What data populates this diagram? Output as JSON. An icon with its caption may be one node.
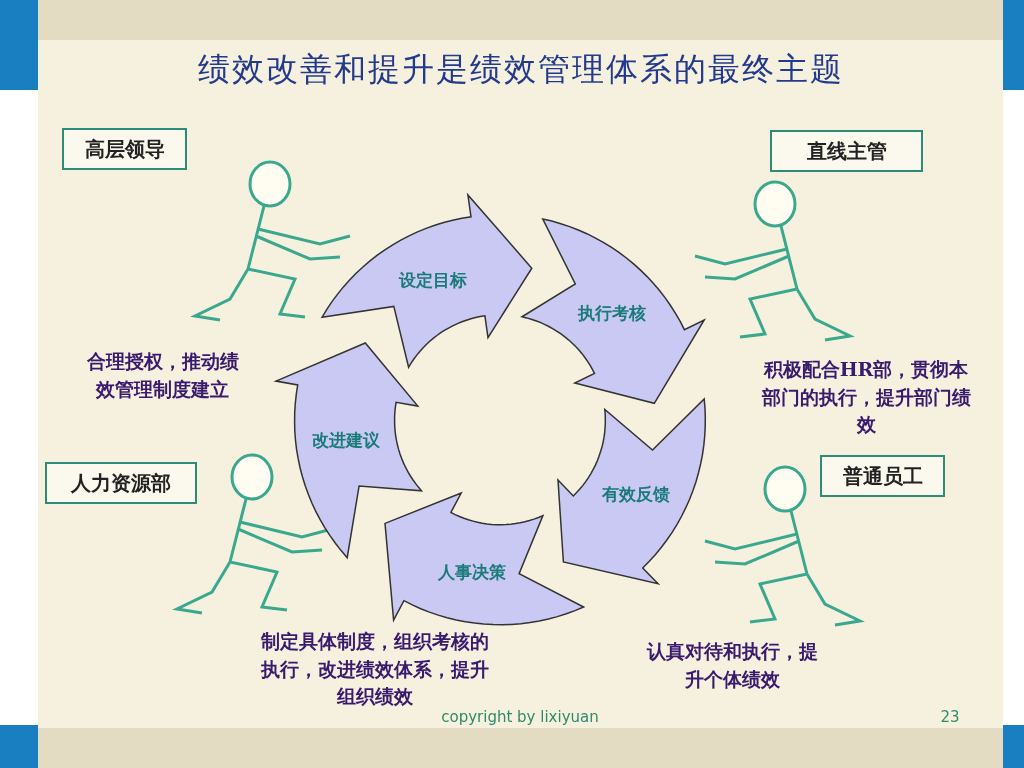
{
  "diagram": {
    "title": "绩效改善和提升是绩效管理体系的最终主题",
    "nodes": [
      {
        "text": [
          "高层领导"
        ]
      },
      {
        "text": [
          "直线主管"
        ]
      },
      {
        "text": [
          "设定目标"
        ]
      },
      {
        "text": [
          "执行考核"
        ]
      },
      {
        "text": [
          "改进建议"
        ]
      },
      {
        "text": [
          "有效反馈"
        ]
      },
      {
        "text": [
          "人力资源部"
        ]
      },
      {
        "text": [
          "普通员工"
        ]
      },
      {
        "text": [
          "人事决策"
        ]
      }
    ],
    "labels": [
      "合理授权，推动绩效管理制度建立",
      "积极配合HR部，贯彻本部门的执行，提升部门绩效",
      "制定具体制度，组织考核的执行，改进绩效体系，提升组织绩效",
      "认真对待和执行，提升个体绩效",
      "copyright by lixiyuan",
      "23"
    ]
  }
}
